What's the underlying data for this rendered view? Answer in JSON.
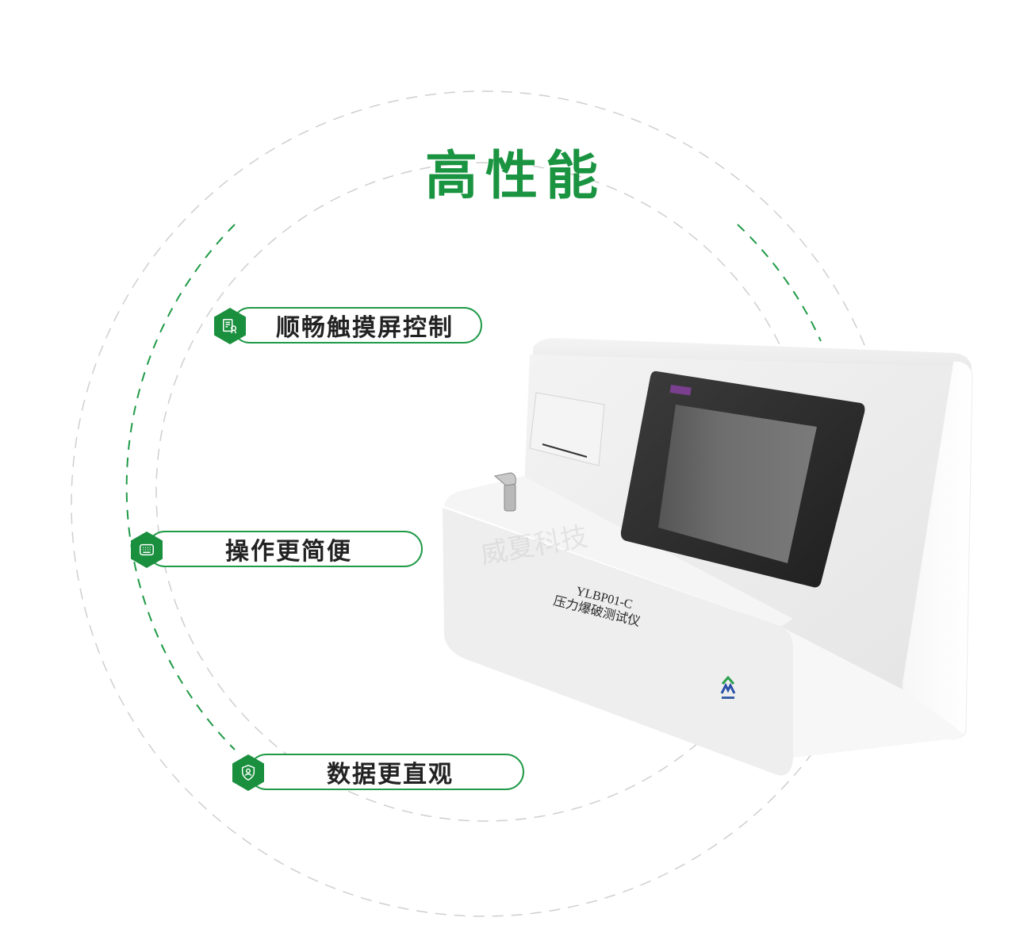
{
  "header": {
    "title": "高性能",
    "title_color": "#1a9441"
  },
  "features": [
    {
      "label": "顺畅触摸屏控制",
      "icon": "certificate-icon"
    },
    {
      "label": "操作更简便",
      "icon": "keyboard-icon"
    },
    {
      "label": "数据更直观",
      "icon": "shield-user-icon"
    }
  ],
  "device": {
    "model": "YLBP01-C",
    "name": "压力爆破测试仪",
    "watermark": "威夏科技",
    "brand_logo": "company-logo-icon"
  },
  "colors": {
    "accent_green": "#1a9441",
    "pill_border": "#1f9a47",
    "dash_gray": "#c8c8c8"
  }
}
